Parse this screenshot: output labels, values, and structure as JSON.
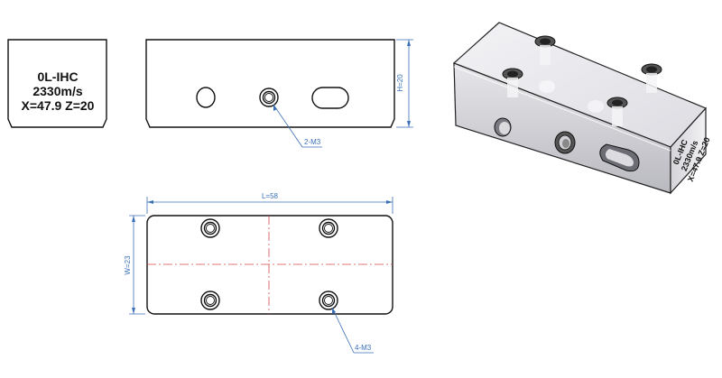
{
  "label_block": {
    "line1": "0L-IHC",
    "line2": "2330m/s",
    "line3": "X=47.9  Z=20"
  },
  "front_view": {
    "height_dim": "H=20",
    "hole_callout": "2-M3"
  },
  "top_view": {
    "length_dim": "L=58",
    "width_dim": "W=23",
    "hole_callout": "4-M3"
  },
  "iso_view": {
    "engraving": [
      "0L-IHC",
      "2330m/s",
      "X=47.9  Z=20"
    ]
  }
}
